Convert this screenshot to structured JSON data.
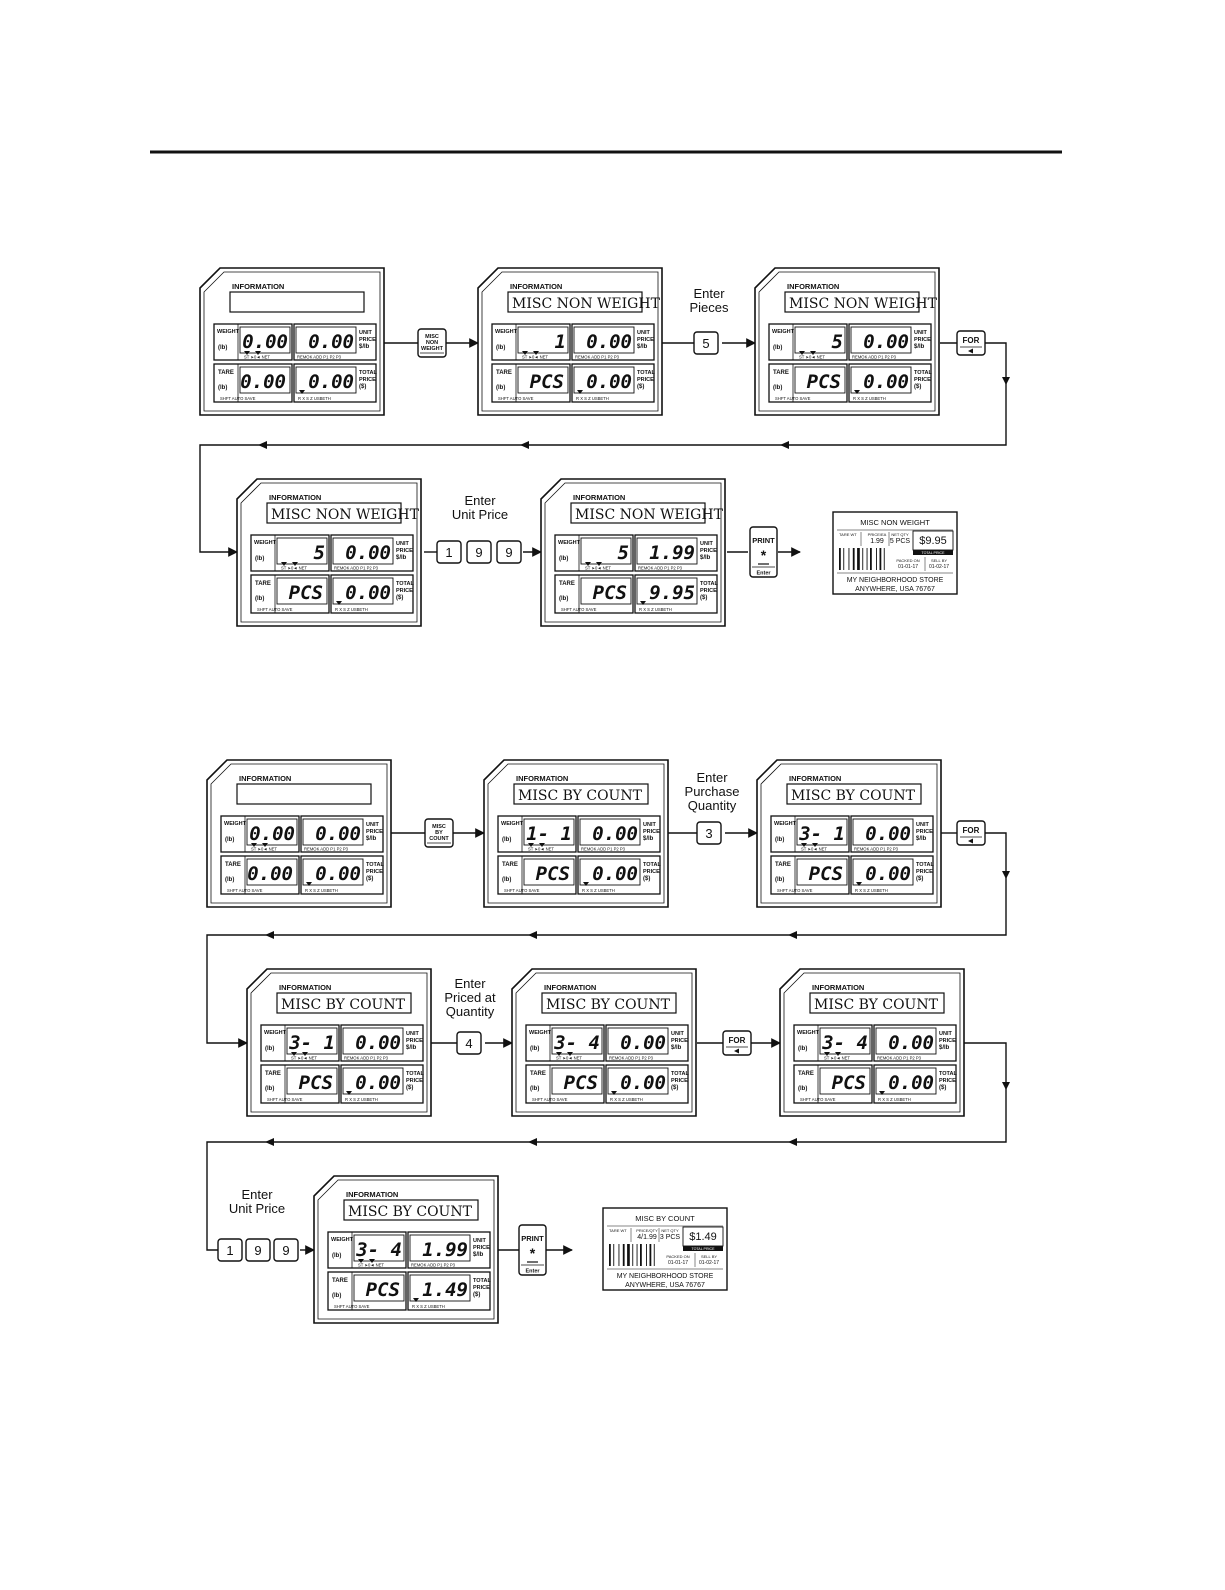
{
  "labels": {
    "information": "INFORMATION",
    "weight": "WEIGHT",
    "lb": "(lb)",
    "tare": "TARE",
    "unit_price": [
      "UNIT",
      "PRICE",
      "$/lb"
    ],
    "total_price": [
      "TOTAL",
      "PRICE",
      "($)"
    ],
    "weight_sub": "ST ➤0◄ NET",
    "unit_sub": "REMOK  ADD P1  P2  P3",
    "tare_sub": "SHFT    AUTO SAVE",
    "total_sub": "R   X   S   Z      USBETH"
  },
  "keys": {
    "misc_non_weight": [
      "MISC",
      "NON",
      "WEIGHT"
    ],
    "misc_by_count": [
      "MISC",
      "BY",
      "COUNT"
    ],
    "for": "FOR",
    "print": "PRINT",
    "print_symbol": "*",
    "enter": "Enter",
    "five": "5",
    "three": "3",
    "four": "4",
    "one": "1",
    "nine": "9"
  },
  "step_labels": {
    "enter_pieces": [
      "Enter",
      "Pieces"
    ],
    "enter_unit_price": [
      "Enter",
      "Unit Price"
    ],
    "enter_purchase_quantity": [
      "Enter",
      "Purchase",
      "Quantity"
    ],
    "enter_priced_at_quantity": [
      "Enter",
      "Priced at",
      "Quantity"
    ]
  },
  "displays": [
    {
      "id": "nw1",
      "info": "",
      "weight": "0.00",
      "unit": "0.00",
      "tare": "0.00",
      "total": "0.00"
    },
    {
      "id": "nw2",
      "info": "MISC NON WEIGHT",
      "weight": "1",
      "unit": "0.00",
      "tare": "PCS",
      "total": "0.00"
    },
    {
      "id": "nw3",
      "info": "MISC NON WEIGHT",
      "weight": "5",
      "unit": "0.00",
      "tare": "PCS",
      "total": "0.00"
    },
    {
      "id": "nw4",
      "info": "MISC NON WEIGHT",
      "weight": "5",
      "unit": "0.00",
      "tare": "PCS",
      "total": "0.00"
    },
    {
      "id": "nw5",
      "info": "MISC NON WEIGHT",
      "weight": "5",
      "unit": "1.99",
      "tare": "PCS",
      "total": "9.95"
    },
    {
      "id": "bc1",
      "info": "",
      "weight": "0.00",
      "unit": "0.00",
      "tare": "0.00",
      "total": "0.00"
    },
    {
      "id": "bc2",
      "info": "MISC BY COUNT",
      "weight": "1- 1",
      "unit": "0.00",
      "tare": "PCS",
      "total": "0.00"
    },
    {
      "id": "bc3",
      "info": "MISC BY COUNT",
      "weight": "3- 1",
      "unit": "0.00",
      "tare": "PCS",
      "total": "0.00"
    },
    {
      "id": "bc4",
      "info": "MISC BY COUNT",
      "weight": "3- 1",
      "unit": "0.00",
      "tare": "PCS",
      "total": "0.00"
    },
    {
      "id": "bc5",
      "info": "MISC BY COUNT",
      "weight": "3- 4",
      "unit": "0.00",
      "tare": "PCS",
      "total": "0.00"
    },
    {
      "id": "bc6",
      "info": "MISC BY COUNT",
      "weight": "3- 4",
      "unit": "0.00",
      "tare": "PCS",
      "total": "0.00"
    },
    {
      "id": "bc7",
      "info": "MISC BY COUNT",
      "weight": "3- 4",
      "unit": "1.99",
      "tare": "PCS",
      "total": "1.49"
    }
  ],
  "receipts": [
    {
      "id": "r1",
      "title": "MISC NON WEIGHT",
      "col1": "TARE WT",
      "col2": "PRICE/EA",
      "col2_val": "1.99",
      "col3": "NET QTY",
      "col3_val": "5 PCS",
      "price": "$9.95",
      "total_label": "TOTAL PRICE",
      "packed_label": "PACKED ON",
      "packed_val": "01-01-17",
      "sell_label": "SELL BY",
      "sell_val": "01-02-17",
      "store": "MY NEIGHBORHOOD STORE",
      "address": "ANYWHERE, USA 76767"
    },
    {
      "id": "r2",
      "title": "MISC BY COUNT",
      "col1": "TARE WT",
      "col2": "PRICE/QTY",
      "col2_val": "4/1.99",
      "col3": "NET QTY",
      "col3_val": "3 PCS",
      "price": "$1.49",
      "total_label": "TOTAL PRICE",
      "packed_label": "PACKED ON",
      "packed_val": "01-01-17",
      "sell_label": "SELL BY",
      "sell_val": "01-02-17",
      "store": "MY NEIGHBORHOOD STORE",
      "address": "ANYWHERE, USA 76767"
    }
  ]
}
